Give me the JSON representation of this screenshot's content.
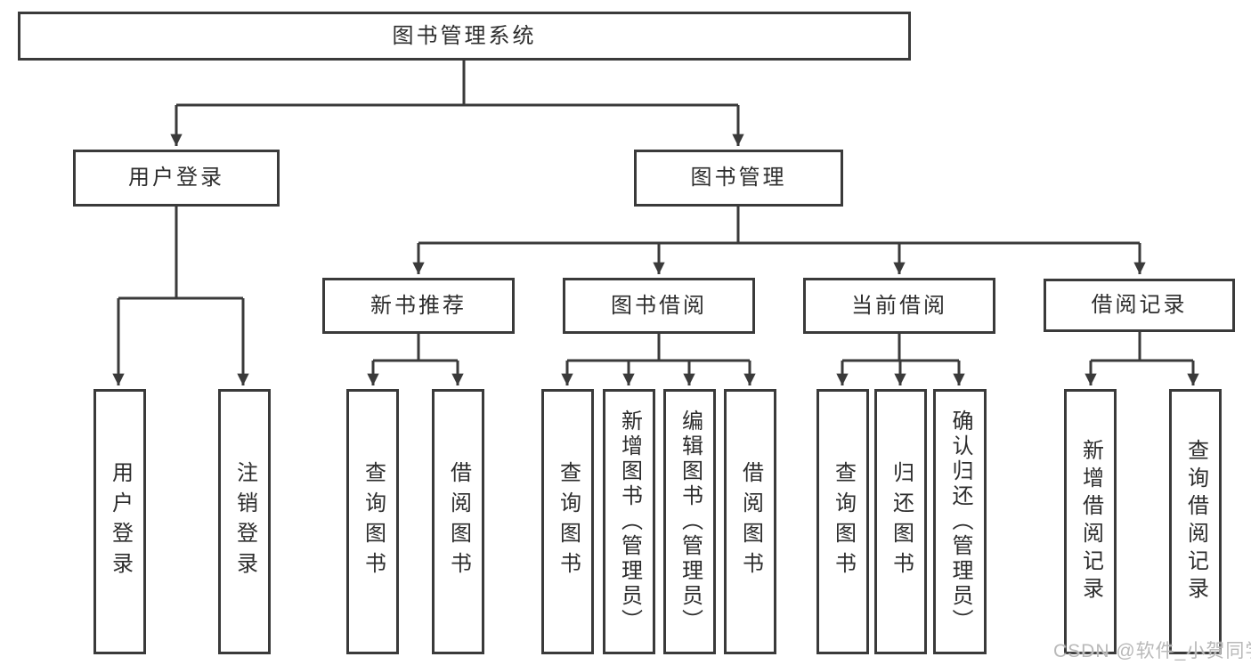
{
  "colors": {
    "line": "#3a3a3a",
    "text": "#2d2d2d",
    "box_background": "#ffffff",
    "watermark": "#b9b9b9"
  },
  "watermark": {
    "text": "CSDN @软件_小贺同学"
  },
  "diagram": {
    "root": "图书管理系统",
    "children": [
      {
        "label": "用户登录",
        "children": [
          "用户登录",
          "注销登录"
        ]
      },
      {
        "label": "图书管理",
        "children": [
          {
            "label": "新书推荐",
            "children": [
              "查询图书",
              "借阅图书"
            ]
          },
          {
            "label": "图书借阅",
            "children": [
              "查询图书",
              "新增图书（管理员）",
              "编辑图书（管理员）",
              "借阅图书"
            ]
          },
          {
            "label": "当前借阅",
            "children": [
              "查询图书",
              "归还图书",
              "确认归还（管理员）"
            ]
          },
          {
            "label": "借阅记录",
            "children": [
              "新增借阅记录",
              "查询借阅记录"
            ]
          }
        ]
      }
    ]
  }
}
